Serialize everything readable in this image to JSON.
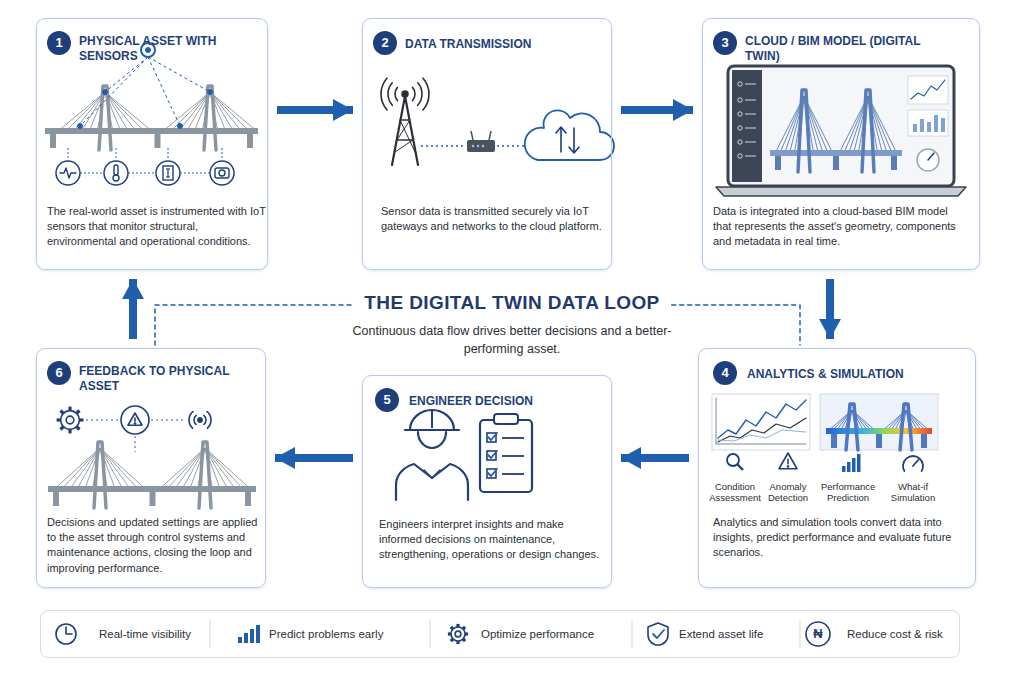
{
  "diagram": {
    "title": "THE DIGITAL TWIN DATA LOOP",
    "caption": "Continuous data flow drives better decisions and a better-performing asset.",
    "nodes": [
      {
        "text": [
          "PHYSICAL ASSET WITH SENSORS",
          "The real-world asset is instrumented with IoT sensors that monitor structural, environmental and operational conditions."
        ]
      },
      {
        "text": [
          "1"
        ],
        "in": 0
      },
      {
        "text": [
          "DATA TRANSMISSION",
          "Sensor data is transmitted securely via IoT gateways and networks to the cloud platform."
        ]
      },
      {
        "text": [
          "2"
        ],
        "in": 2
      },
      {
        "text": [
          "CLOUD / BIM MODEL (DIGITAL TWIN)",
          "Data is integrated into a cloud-based BIM model that represents the asset's geometry, components and metadata in real time."
        ]
      },
      {
        "text": [
          "3"
        ],
        "in": 4
      },
      {
        "text": [
          "ANALYTICS & SIMULATION",
          "Analytics and simulation tools convert data into insights, predict performance and evaluate future scenarios."
        ]
      },
      {
        "text": [
          "4"
        ],
        "in": 6
      },
      {
        "text": [
          "ENGINEER DECISION",
          "Engineers interpret insights and make informed decisions on maintenance, strengthening, operations or design changes."
        ]
      },
      {
        "text": [
          "5"
        ],
        "in": 8
      },
      {
        "text": [
          "FEEDBACK TO PHYSICAL ASSET",
          "Decisions and updated settings are applied to the asset through control systems and maintenance actions, closing the loop and improving performance."
        ]
      },
      {
        "text": [
          "6"
        ],
        "in": 10
      },
      {
        "text": [
          "Real-time visibility",
          "Predict problems early",
          "Optimize performance",
          "Extend asset life",
          "Reduce cost & risk"
        ]
      }
    ],
    "edges": [
      {
        "from": 0,
        "to": 2,
        "arrow": "to"
      },
      {
        "from": 2,
        "to": 4,
        "arrow": "to"
      },
      {
        "from": 4,
        "to": 6,
        "arrow": "to"
      },
      {
        "from": 6,
        "to": 8,
        "arrow": "to"
      },
      {
        "from": 8,
        "to": 10,
        "arrow": "to"
      },
      {
        "from": 10,
        "to": 0,
        "arrow": "to"
      }
    ],
    "labels": [
      "Condition Assessment",
      "Anomaly Detection",
      "Performance Prediction",
      "What-if Simulation",
      "₦"
    ]
  }
}
